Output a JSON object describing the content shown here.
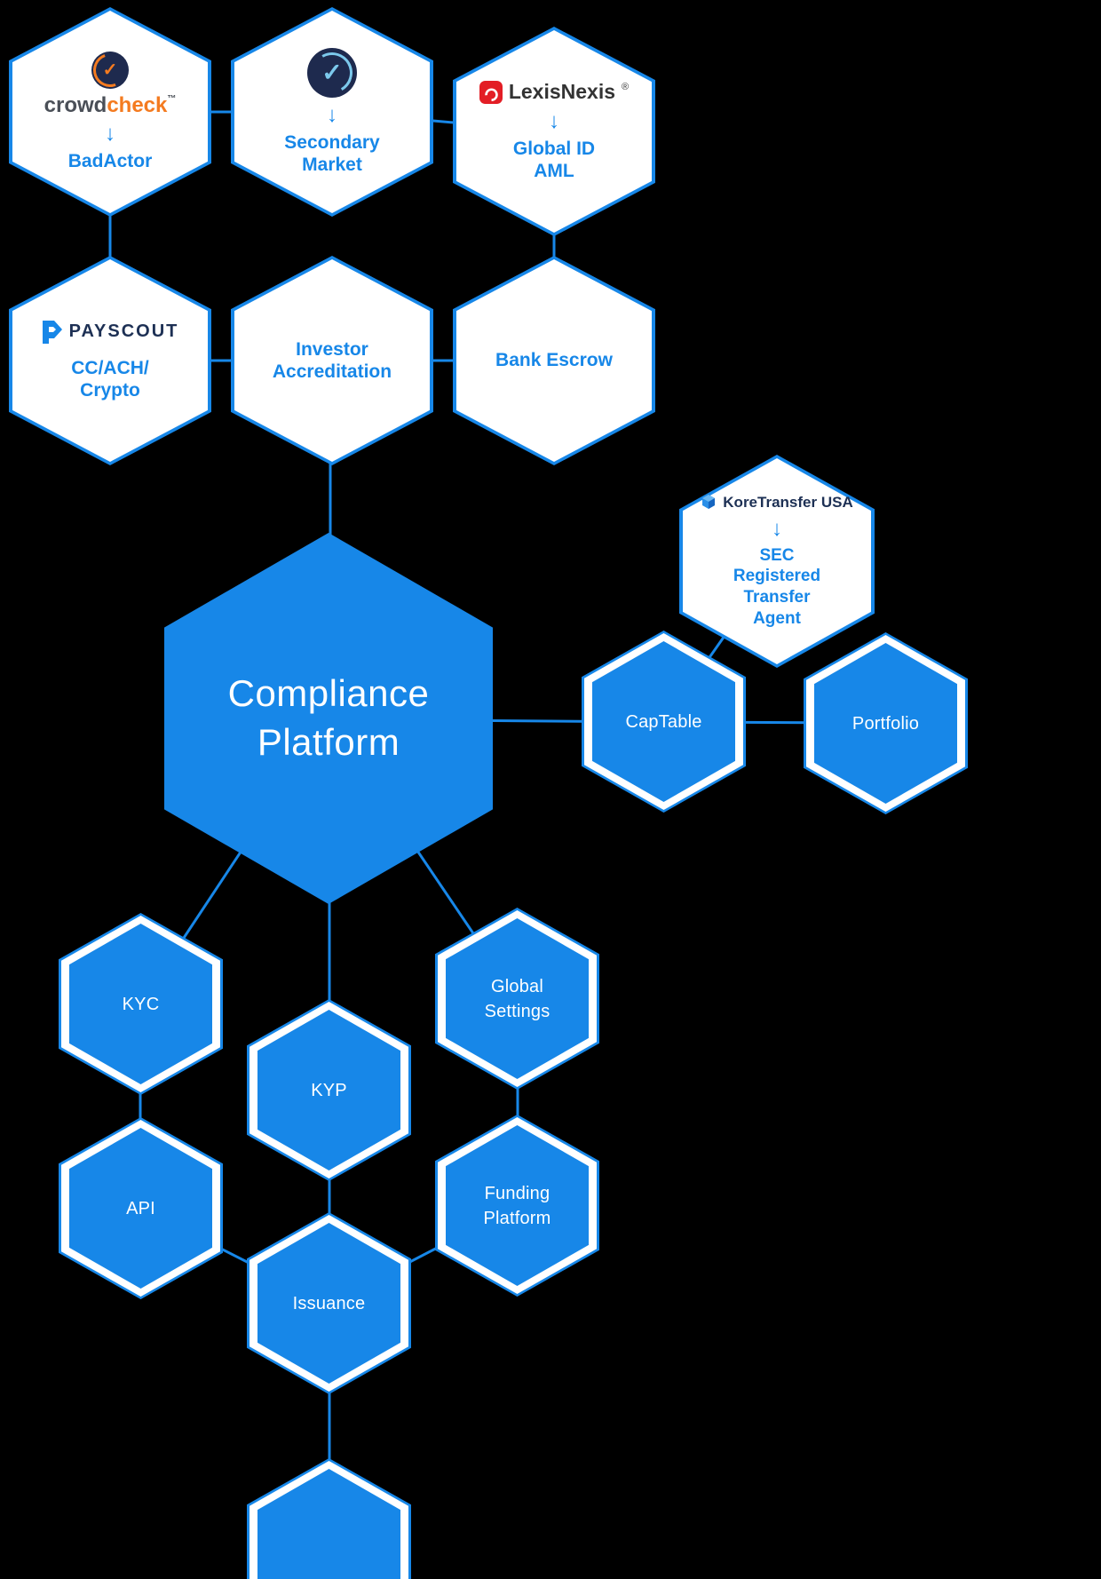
{
  "colors": {
    "bg": "#000000",
    "accent": "#1787e8",
    "navy": "#1e2a4e",
    "orange": "#f47b20",
    "red": "#e31e25",
    "darktext": "#333333",
    "brandnavy": "#1d3054",
    "graytext": "#4a4f57"
  },
  "icons": {
    "arrow_down": "↓",
    "check": "✓"
  },
  "center_hexagon": {
    "line1": "Compliance",
    "line2": "Platform"
  },
  "nodes": {
    "badactor": {
      "brand_part1": "crowd",
      "brand_part2": "check",
      "trademark": "™",
      "label": "BadActor"
    },
    "secondary_market": {
      "label_line1": "Secondary",
      "label_line2": "Market"
    },
    "global_id_aml": {
      "brand": "LexisNexis",
      "registered": "®",
      "label_line1": "Global ID",
      "label_line2": "AML"
    },
    "cc_ach_crypto": {
      "brand": "PAYSCOUT",
      "label_line1": "CC/ACH/",
      "label_line2": "Crypto"
    },
    "investor_accreditation": {
      "label_line1": "Investor",
      "label_line2": "Accreditation"
    },
    "bank_escrow": {
      "label": "Bank Escrow"
    },
    "koretransfer": {
      "brand": "KoreTransfer USA",
      "label_line1": "SEC",
      "label_line2": "Registered",
      "label_line3": "Transfer",
      "label_line4": "Agent"
    },
    "captable": {
      "label": "CapTable"
    },
    "portfolio": {
      "label": "Portfolio"
    },
    "kyc": {
      "label": "KYC"
    },
    "kyp": {
      "label": "KYP"
    },
    "global_settings": {
      "label_line1": "Global",
      "label_line2": "Settings"
    },
    "api": {
      "label": "API"
    },
    "funding_platform": {
      "label_line1": "Funding",
      "label_line2": "Platform"
    },
    "issuance": {
      "label": "Issuance"
    }
  }
}
